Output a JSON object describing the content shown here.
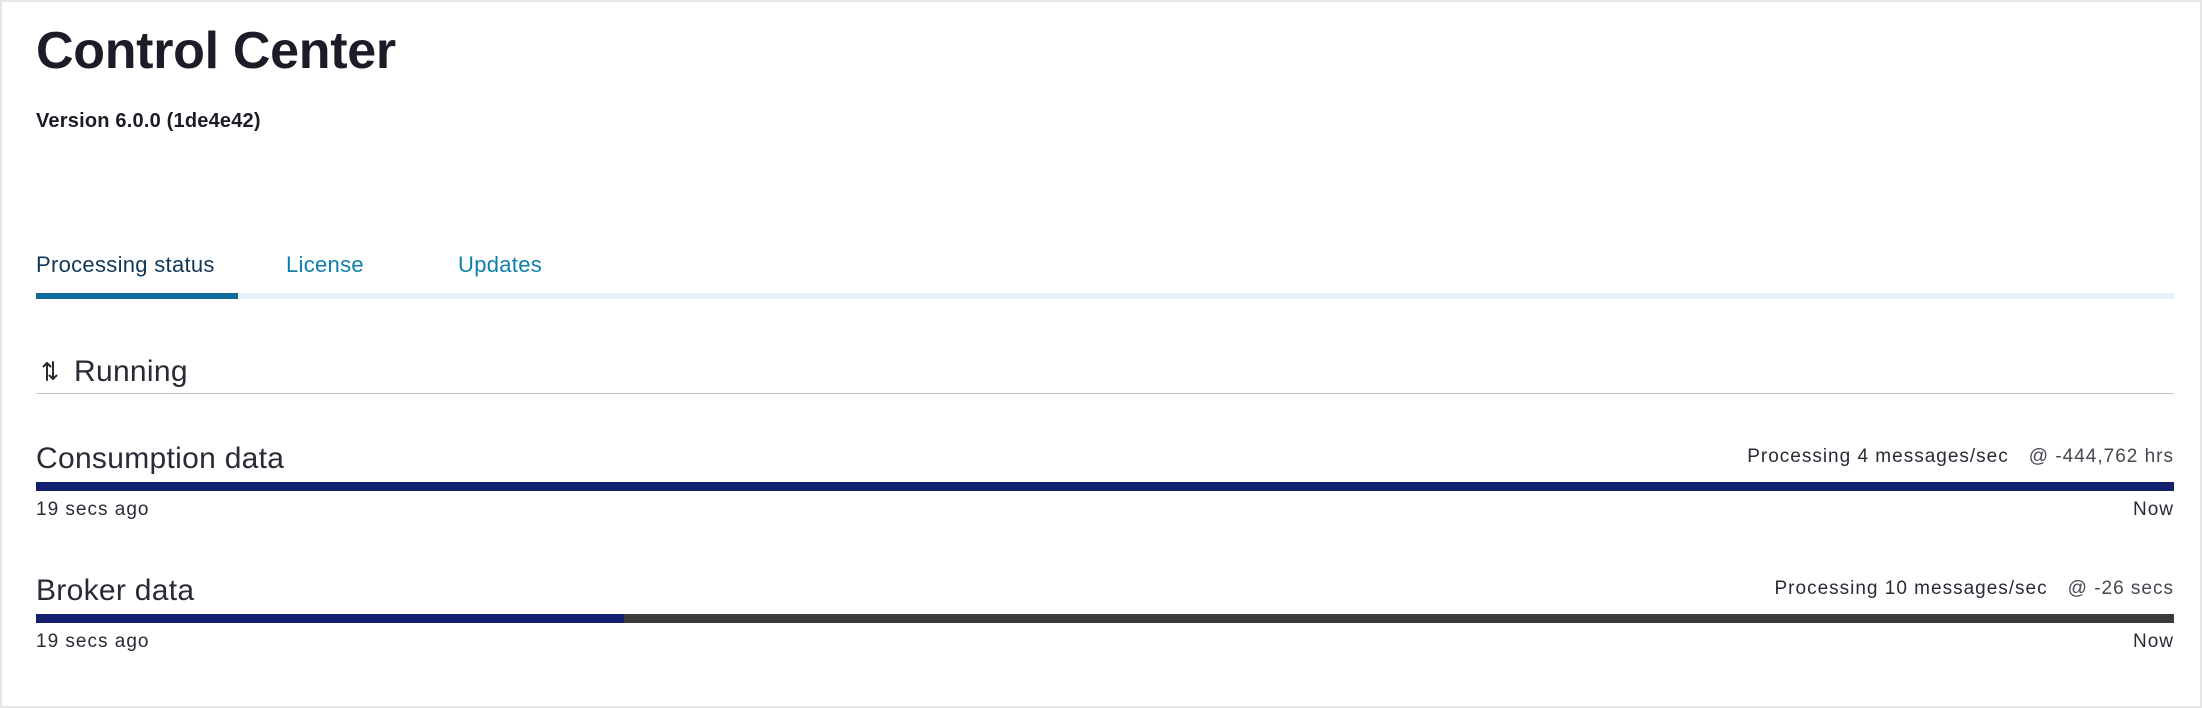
{
  "header": {
    "title": "Control Center",
    "version": "Version 6.0.0 (1de4e42)"
  },
  "tabs": [
    {
      "label": "Processing status",
      "active": true
    },
    {
      "label": "License",
      "active": false
    },
    {
      "label": "Updates",
      "active": false
    }
  ],
  "status": {
    "icon": "sort-arrows-icon",
    "label": "Running"
  },
  "consumption": {
    "title": "Consumption data",
    "rate": "Processing 4 messages/sec",
    "lag": "@ -444,762 hrs",
    "progress_percent": 100,
    "start_label": "19 secs ago",
    "end_label": "Now"
  },
  "broker": {
    "title": "Broker data",
    "rate": "Processing 10 messages/sec",
    "lag": "@ -26 secs",
    "progress_percent": 27.5,
    "start_label": "19 secs ago",
    "end_label": "Now"
  },
  "colors": {
    "accent": "#0d7fad",
    "active_tab_underline": "#0d6a99",
    "progress_fill": "#12206e",
    "progress_track": "#3b3b3b"
  }
}
